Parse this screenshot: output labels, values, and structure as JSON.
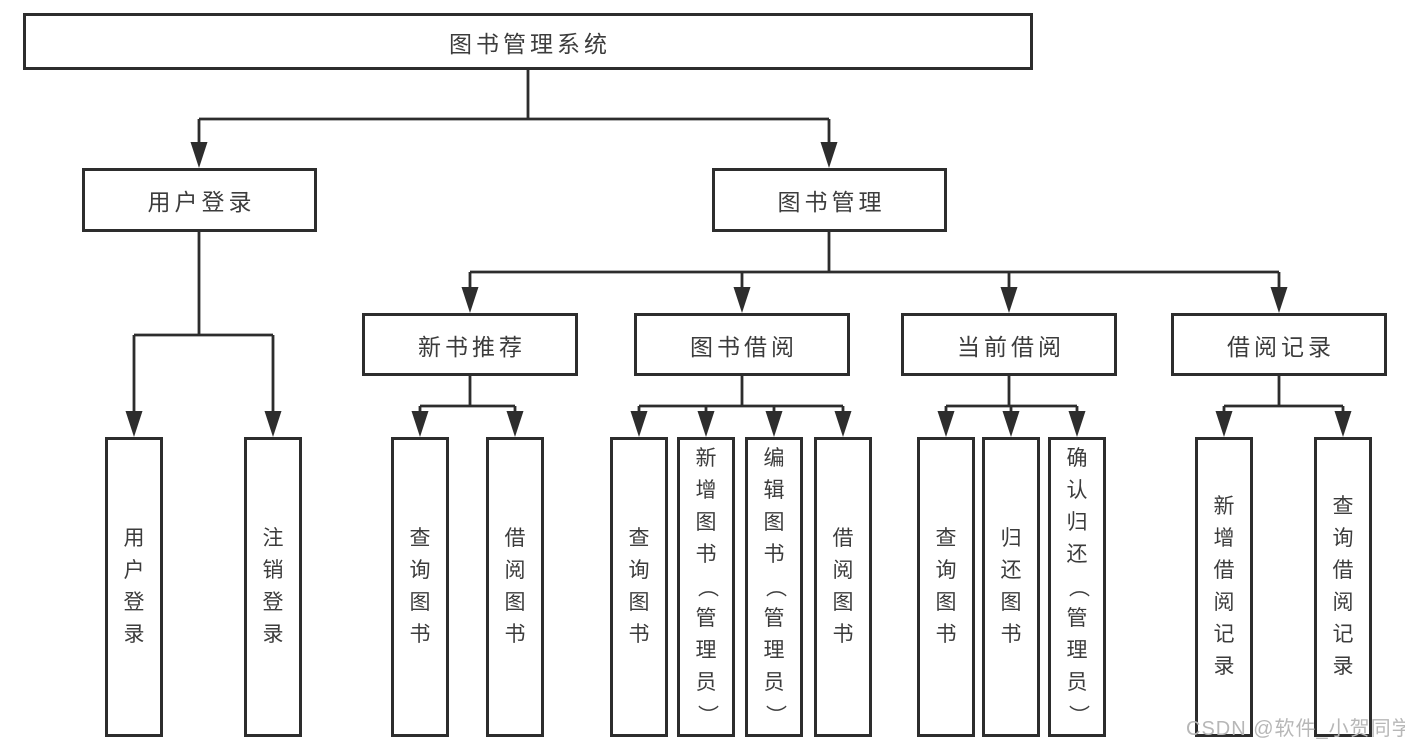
{
  "diagram": {
    "tree": {
      "label": "图书管理系统",
      "children": [
        {
          "label": "用户登录",
          "children": [
            {
              "label": "用户登录"
            },
            {
              "label": "注销登录"
            }
          ]
        },
        {
          "label": "图书管理",
          "children": [
            {
              "label": "新书推荐",
              "children": [
                {
                  "label": "查询图书"
                },
                {
                  "label": "借阅图书"
                }
              ]
            },
            {
              "label": "图书借阅",
              "children": [
                {
                  "label": "查询图书"
                },
                {
                  "label": "新增图书（管理员）"
                },
                {
                  "label": "编辑图书（管理员）"
                },
                {
                  "label": "借阅图书"
                }
              ]
            },
            {
              "label": "当前借阅",
              "children": [
                {
                  "label": "查询图书"
                },
                {
                  "label": "归还图书"
                },
                {
                  "label": "确认归还（管理员）"
                }
              ]
            },
            {
              "label": "借阅记录",
              "children": [
                {
                  "label": "新增借阅记录"
                },
                {
                  "label": "查询借阅记录"
                }
              ]
            }
          ]
        }
      ]
    },
    "colors": {
      "line": "#2d2d2d",
      "text": "#3c3c3c",
      "background": "#ffffff",
      "watermark_text": "#b7b7b7"
    }
  },
  "watermark": {
    "text": "CSDN @软件_小贺同学"
  }
}
